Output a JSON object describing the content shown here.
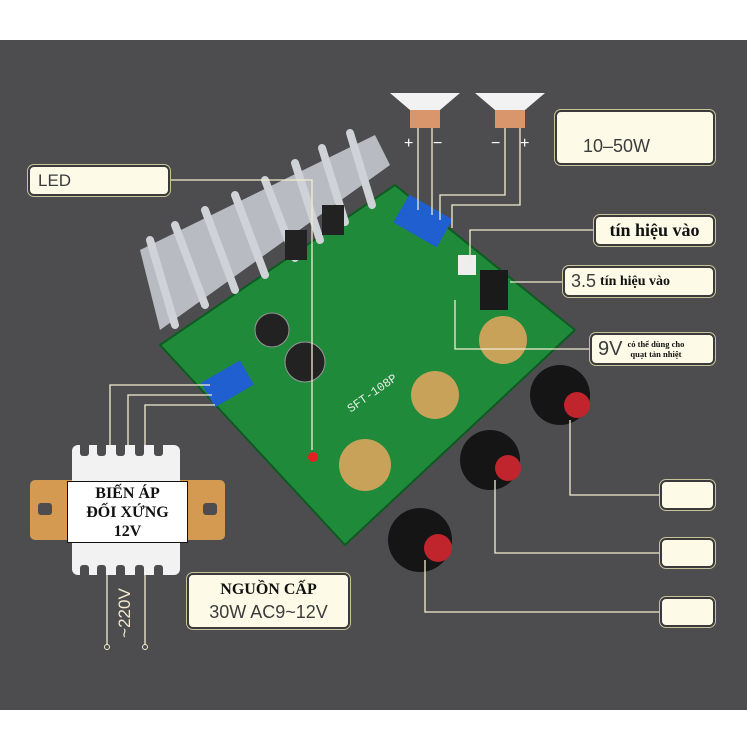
{
  "labels": {
    "led": "LED",
    "power_out": "10–50W",
    "signal_in": "tín hiệu vào",
    "jack_size": "3.5",
    "jack_signal_in": "tín hiệu vào",
    "fan_voltage": "9V",
    "fan_note_line1": "có thể dùng cho",
    "fan_note_line2": "quạt tản nhiệt",
    "transformer_line1": "BIẾN ÁP",
    "transformer_line2": "ĐỐI XỨNG",
    "transformer_line3": "12V",
    "mains": "~220V",
    "supply_title": "NGUỒN CẤP",
    "supply_spec": "30W AC9~12V"
  },
  "speakers": [
    {
      "left_sign": "+",
      "right_sign": "−"
    },
    {
      "left_sign": "−",
      "right_sign": "+"
    }
  ],
  "board_silkscreen": "SFT-108P"
}
